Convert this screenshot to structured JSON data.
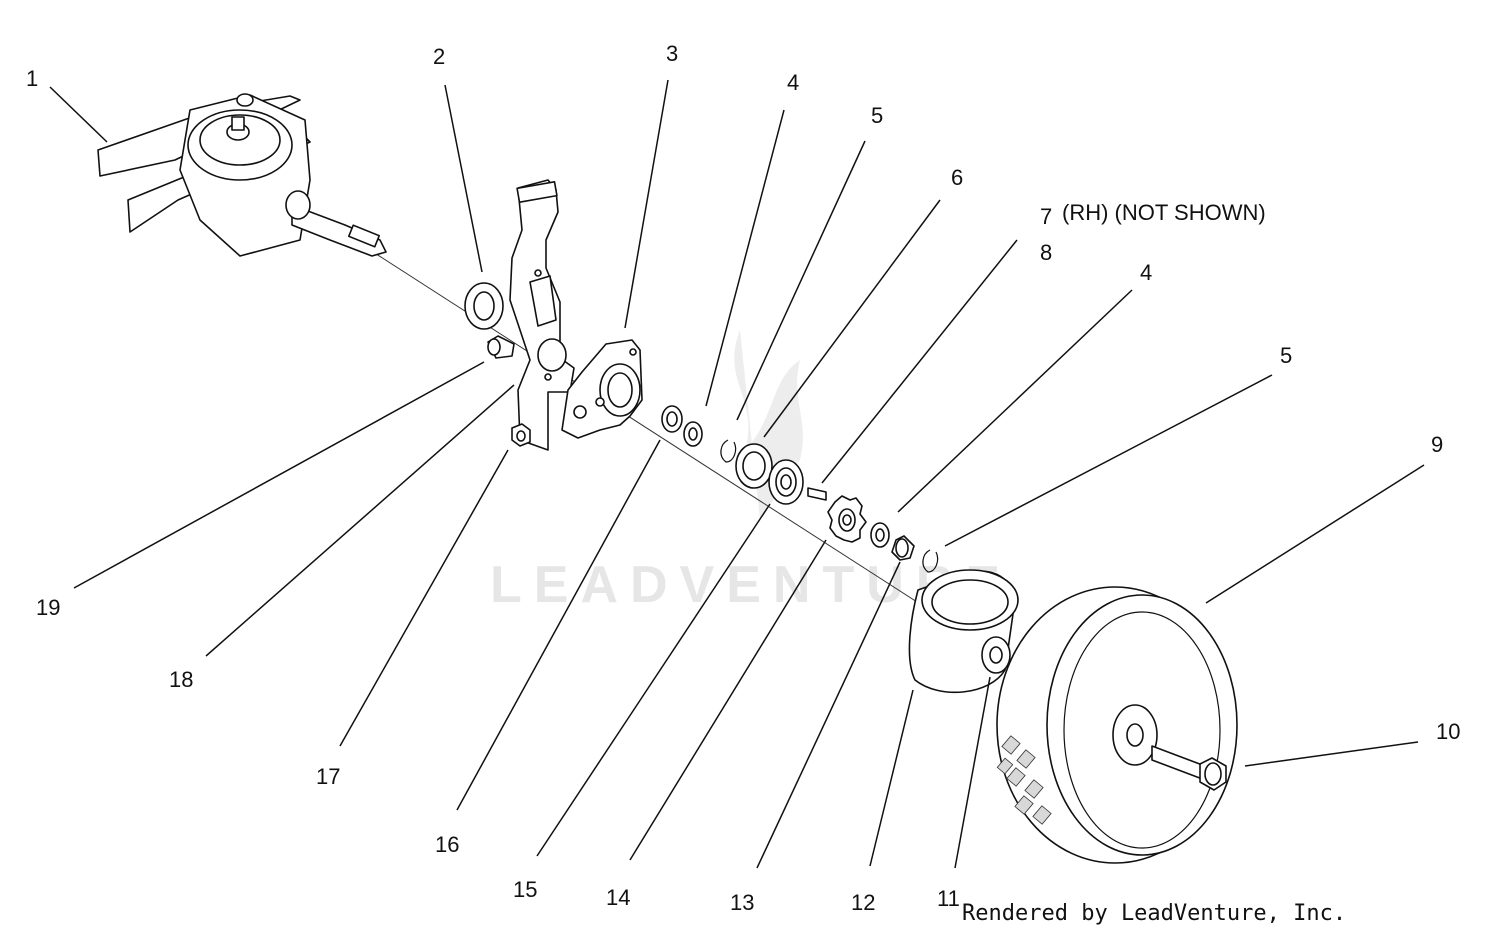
{
  "watermark": "LEADVENTURE",
  "footer": "Rendered by LeadVenture, Inc.",
  "note": "(RH) (NOT SHOWN)",
  "callouts": [
    "1",
    "2",
    "3",
    "4",
    "5",
    "6",
    "7",
    "8",
    "4",
    "5",
    "9",
    "10",
    "11",
    "12",
    "13",
    "14",
    "15",
    "16",
    "17",
    "18",
    "19"
  ]
}
